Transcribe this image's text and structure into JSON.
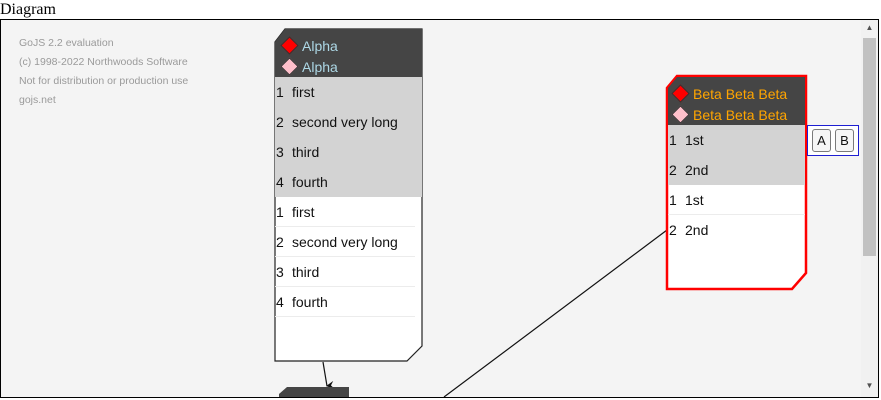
{
  "page": {
    "heading": "Diagram"
  },
  "watermark": {
    "lines": [
      "GoJS 2.2 evaluation",
      "(c) 1998-2022 Northwoods Software",
      "Not for distribution or production use",
      "gojs.net"
    ]
  },
  "colors": {
    "header_bg": "#454545",
    "alpha_header_text": "#add8e6",
    "beta_header_text": "#ffa500",
    "selection": "#ff0000",
    "adornment_border": "#1e1ed2",
    "shaded_row": "#d3d3d3"
  },
  "nodes": {
    "alpha": {
      "header": [
        "Alpha",
        "Alpha"
      ],
      "shaded_rows": [
        {
          "num": "1",
          "text": "first"
        },
        {
          "num": "2",
          "text": "second very long"
        },
        {
          "num": "3",
          "text": "third"
        },
        {
          "num": "4",
          "text": "fourth"
        }
      ],
      "plain_rows": [
        {
          "num": "1",
          "text": "first"
        },
        {
          "num": "2",
          "text": "second very long"
        },
        {
          "num": "3",
          "text": "third"
        },
        {
          "num": "4",
          "text": "fourth"
        }
      ]
    },
    "beta": {
      "header": [
        "Beta Beta Beta",
        "Beta Beta Beta"
      ],
      "selected": true,
      "shaded_rows": [
        {
          "num": "1",
          "text": "1st"
        },
        {
          "num": "2",
          "text": "2nd"
        }
      ],
      "plain_rows": [
        {
          "num": "1",
          "text": "1st"
        },
        {
          "num": "2",
          "text": "2nd"
        }
      ]
    }
  },
  "adornment": {
    "buttons": [
      "A",
      "B"
    ]
  },
  "scrollbar": {
    "up_arrow": "▲",
    "down_arrow": "▼"
  }
}
